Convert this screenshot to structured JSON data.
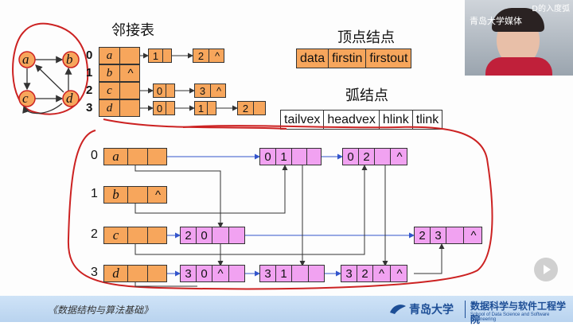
{
  "slide": {
    "title_adj": "邻接表",
    "title_vertex": "顶点结点",
    "title_arc": "弧结点",
    "vertex_fields": [
      "data",
      "firstin",
      "firstout"
    ],
    "arc_fields": [
      "tailvex",
      "headvex",
      "hlink",
      "tlink"
    ],
    "graph_nodes": [
      "a",
      "b",
      "c",
      "d"
    ],
    "adj_indices": [
      "0",
      "1",
      "2",
      "3"
    ],
    "adj_vertices": [
      "a",
      "b",
      "c",
      "d"
    ],
    "adj_b_null": "^",
    "adj_lists": [
      [
        "1",
        "2",
        "^"
      ],
      [],
      [
        "0",
        "3",
        "^"
      ],
      [
        "0",
        "1",
        "2"
      ]
    ],
    "ol_indices": [
      "0",
      "1",
      "2",
      "3"
    ],
    "ol_vertices": [
      "a",
      "b",
      "c",
      "d"
    ],
    "ol_b_null": "^",
    "arc_nodes": [
      {
        "tail": "0",
        "head": "1",
        "h": "",
        "t": ""
      },
      {
        "tail": "0",
        "head": "2",
        "h": "",
        "t": "^"
      },
      {
        "tail": "2",
        "head": "0",
        "h": "",
        "t": ""
      },
      {
        "tail": "2",
        "head": "3",
        "h": "",
        "t": "^"
      },
      {
        "tail": "3",
        "head": "0",
        "h": "^",
        "t": ""
      },
      {
        "tail": "3",
        "head": "1",
        "h": "",
        "t": ""
      },
      {
        "tail": "3",
        "head": "2",
        "h": "^",
        "t": "^"
      }
    ]
  },
  "video": {
    "overlay_text": "D的入度弧",
    "overlay_sub": "青岛大学媒体"
  },
  "footer": {
    "book_title": "《数据结构与算法基础》",
    "university": "青岛大学",
    "school_cn": "数据科学与软件工程学院",
    "school_en": "School of Data Science and Software Engineering"
  },
  "colors": {
    "vertex_box": "#f7a65c",
    "arc_box": "#f1a2f1",
    "ink": "#cc2222",
    "arrow": "#3355cc"
  }
}
